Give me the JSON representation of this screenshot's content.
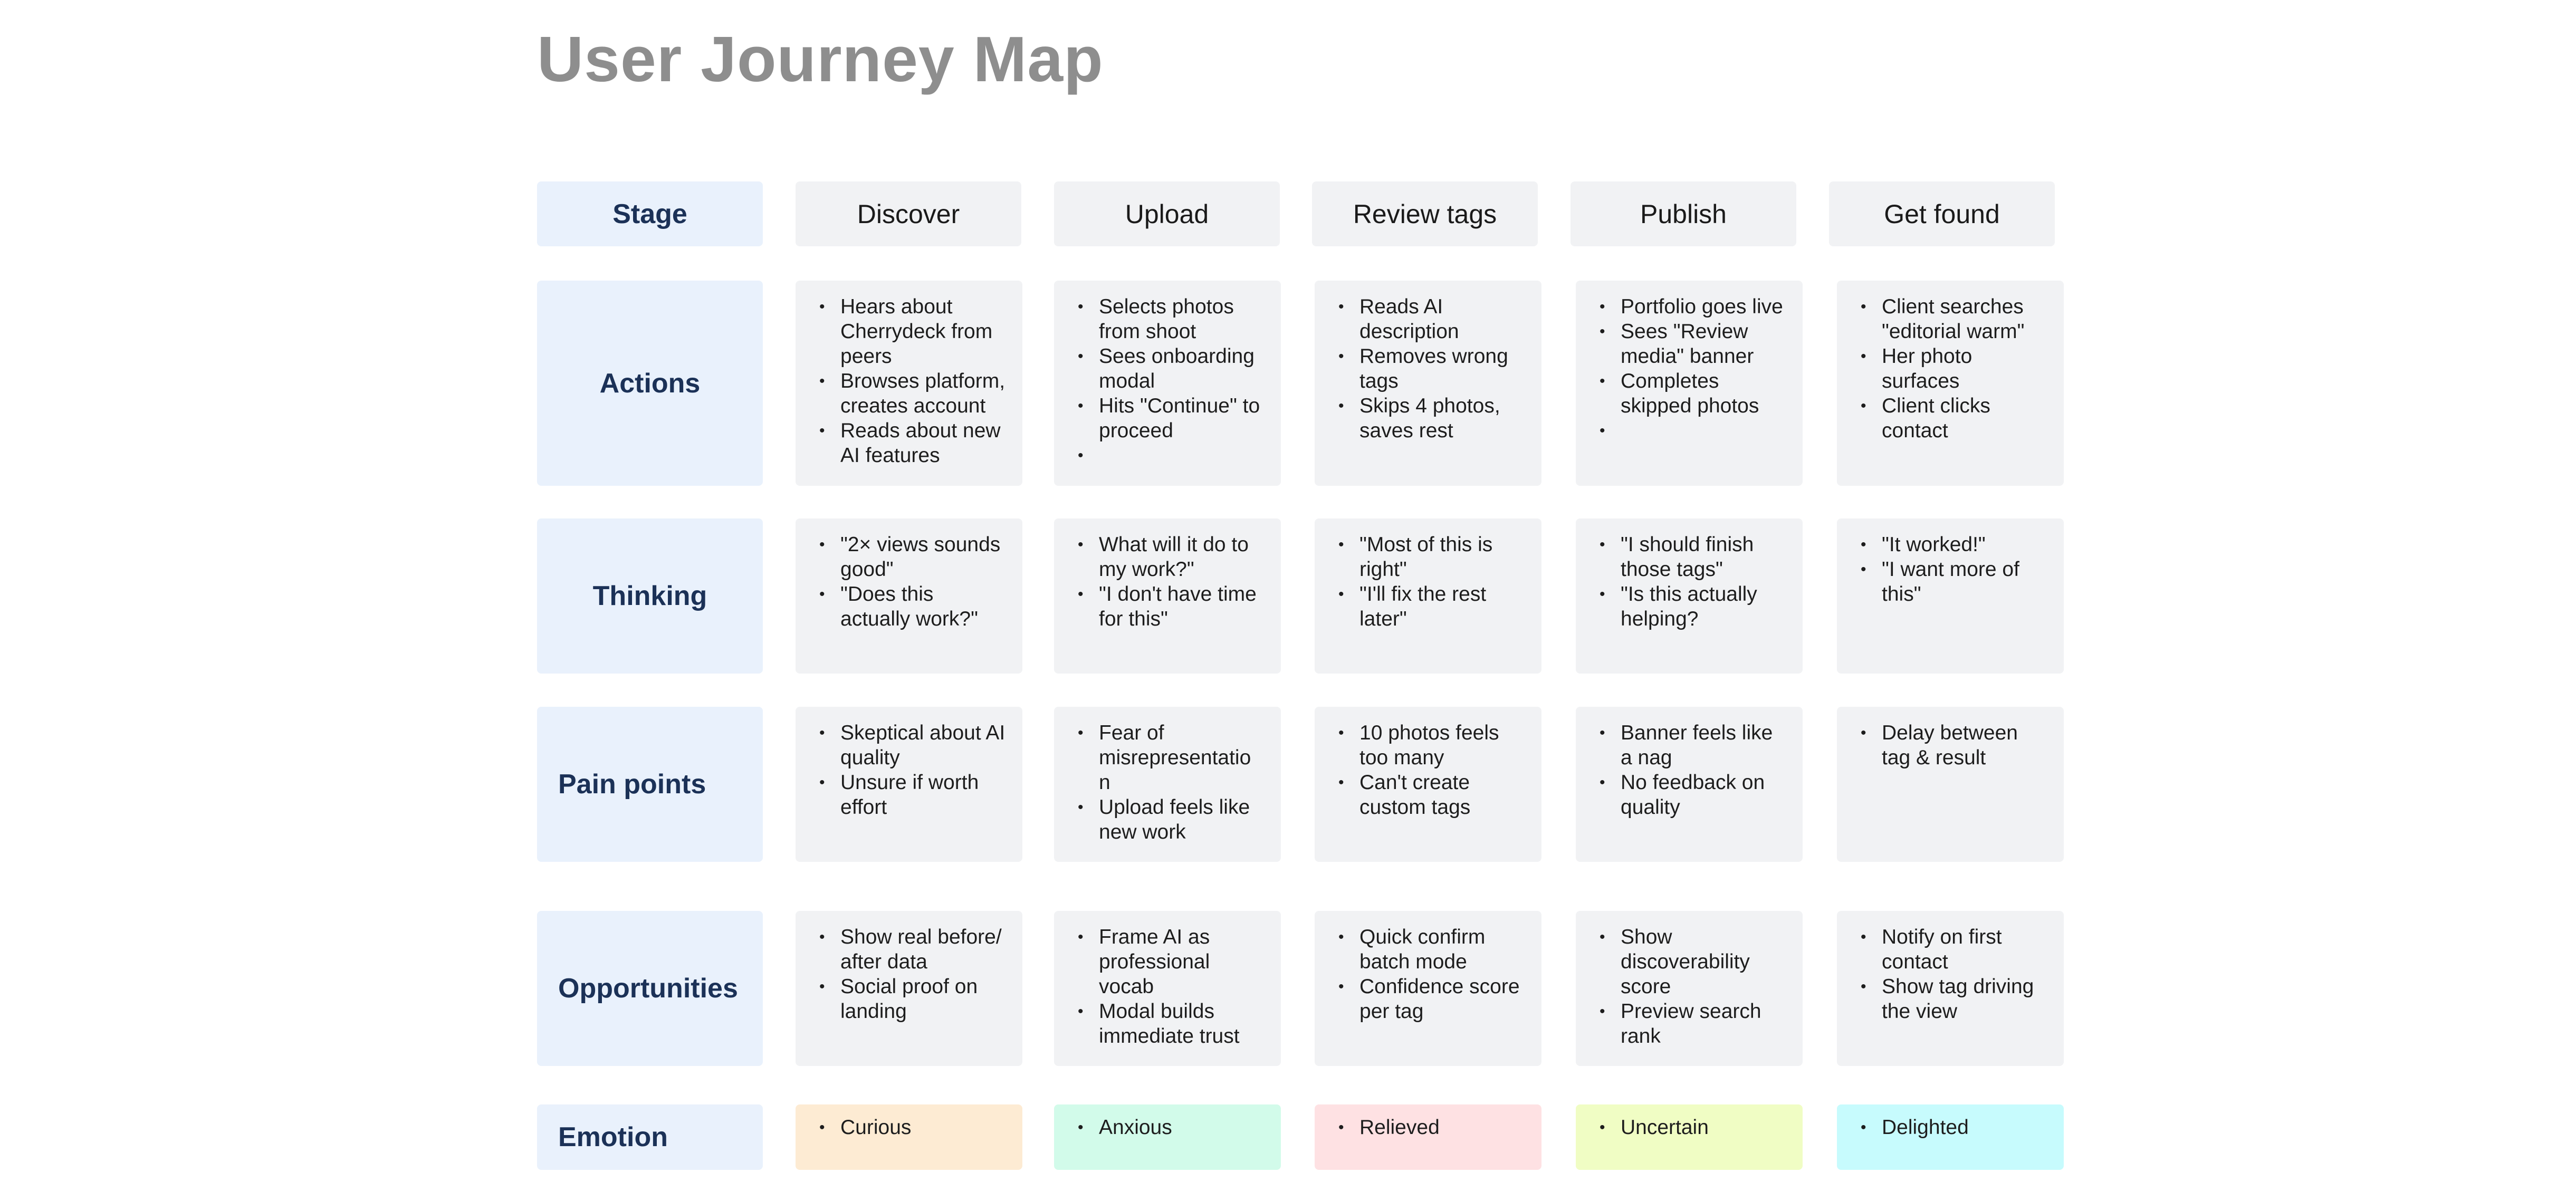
{
  "title": "User Journey Map",
  "row_labels": {
    "stage": "Stage",
    "actions": "Actions",
    "thinking": "Thinking",
    "pain_points": "Pain points",
    "opportunities": "Opportunities",
    "emotion": "Emotion"
  },
  "emotion_colors": [
    "#fdebd3",
    "#d2fbea",
    "#fee1e3",
    "#f0fdc4",
    "#c7fbfd"
  ],
  "stages": [
    {
      "name": "Discover",
      "actions": [
        "Hears about Cherrydeck from peers",
        "Browses platform, creates account",
        "Reads about new AI features"
      ],
      "thinking": [
        "\"2× views sounds good\"",
        "\"Does this actually work?\""
      ],
      "pain_points": [
        "Skeptical about AI quality",
        "Unsure if worth effort"
      ],
      "opportunities": [
        "Show real before/ after data",
        "Social proof on landing"
      ],
      "emotion": [
        "Curious"
      ]
    },
    {
      "name": "Upload",
      "actions": [
        "Selects photos from shoot",
        "Sees onboarding modal",
        "Hits \"Continue\" to proceed",
        ""
      ],
      "thinking": [
        "What will it do to my work?\"",
        "\"I don't have time for this\""
      ],
      "pain_points": [
        "Fear of misrepresentatio n",
        "Upload feels like new work"
      ],
      "opportunities": [
        "Frame AI as professional vocab",
        "Modal builds immediate trust"
      ],
      "emotion": [
        "Anxious"
      ]
    },
    {
      "name": "Review tags",
      "actions": [
        "Reads AI description",
        "Removes wrong tags",
        "Skips 4 photos, saves rest"
      ],
      "thinking": [
        "\"Most of this is right\"",
        "\"I'll fix the rest later\""
      ],
      "pain_points": [
        "10 photos feels too many",
        "Can't create custom tags"
      ],
      "opportunities": [
        "Quick confirm batch mode",
        "Confidence score per tag"
      ],
      "emotion": [
        "Relieved"
      ]
    },
    {
      "name": "Publish",
      "actions": [
        "Portfolio goes live",
        "Sees \"Review media\" banner",
        "Completes skipped photos",
        ""
      ],
      "thinking": [
        "\"I should finish those tags\"",
        "\"Is this actually helping?"
      ],
      "pain_points": [
        "Banner feels like a nag",
        "No feedback on quality"
      ],
      "opportunities": [
        "Show discoverability score",
        "Preview search rank"
      ],
      "emotion": [
        "Uncertain"
      ]
    },
    {
      "name": "Get found",
      "actions": [
        "Client searches \"editorial warm\"",
        "Her photo surfaces",
        "Client clicks contact"
      ],
      "thinking": [
        "\"It worked!\"",
        "\"I want more of this\""
      ],
      "pain_points": [
        "Delay between tag & result"
      ],
      "opportunities": [
        "Notify on first contact",
        "Show tag driving the view"
      ],
      "emotion": [
        "Delighted"
      ]
    }
  ]
}
